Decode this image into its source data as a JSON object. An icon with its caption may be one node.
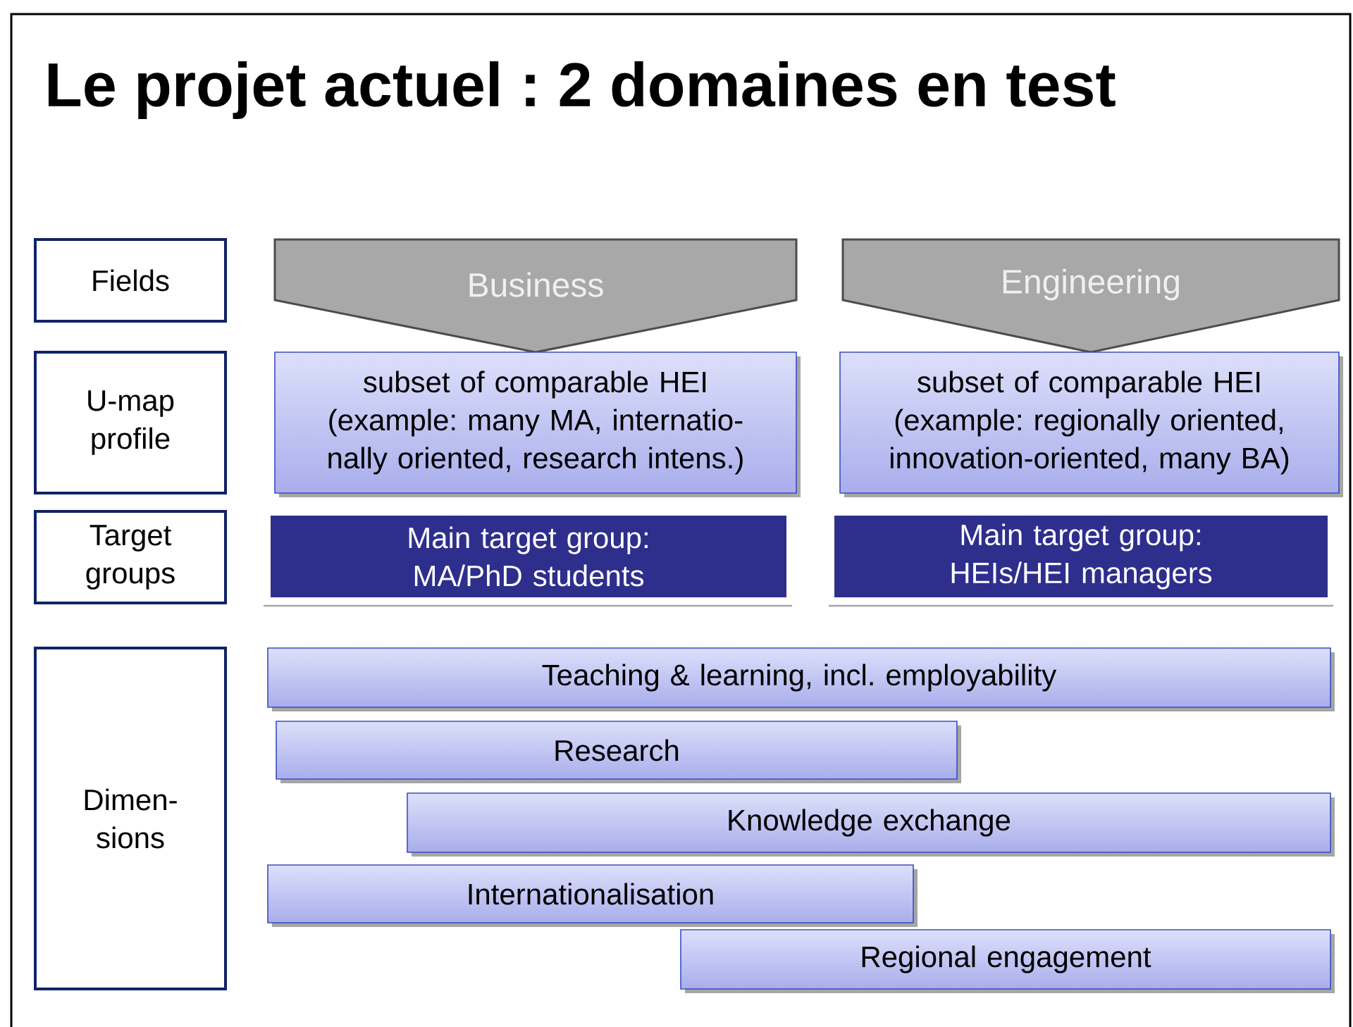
{
  "diagram": {
    "title": "Le projet actuel : 2 domaines en test",
    "nodes": [
      {
        "text": [
          "Fields"
        ]
      },
      {
        "text": [
          "Business"
        ]
      },
      {
        "text": [
          "Engineering"
        ]
      },
      {
        "text": [
          "U-map profile"
        ]
      },
      {
        "text": [
          "subset of comparable HEI (example: many MA, internatio- nally oriented, research intens.)"
        ]
      },
      {
        "text": [
          "subset of comparable HEI (example: regionally oriented, innovation-oriented, many BA)"
        ]
      },
      {
        "text": [
          "Target groups"
        ]
      },
      {
        "text": [
          "Main target group: MA/PhD students"
        ]
      },
      {
        "text": [
          "Main target group: HEIs/HEI managers"
        ]
      },
      {
        "text": [
          "Dimen- sions"
        ]
      },
      {
        "text": [
          "Teaching & learning, incl. employability"
        ]
      },
      {
        "text": [
          "Research"
        ]
      },
      {
        "text": [
          "Knowledge exchange"
        ]
      },
      {
        "text": [
          "Internationalisation"
        ]
      },
      {
        "text": [
          "Regional engagement"
        ]
      }
    ],
    "edges": []
  }
}
